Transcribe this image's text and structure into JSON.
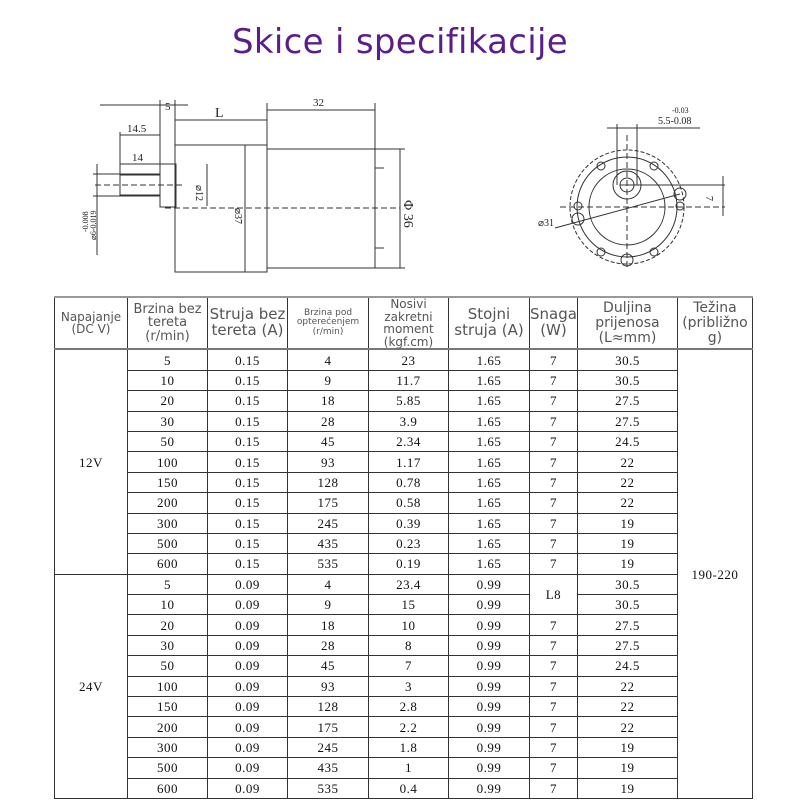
{
  "title": "Skice i specifikacije",
  "colors": {
    "title": "#5a1e8c",
    "grid": "#333333"
  },
  "drawing": {
    "side_view_labels": [
      "5",
      "L",
      "32",
      "14.5",
      "14",
      "⌀12",
      "⌀37",
      "Φ 36",
      "⌀6-0.019",
      "-0.008"
    ],
    "front_view_labels": [
      "5.5-0.08",
      "-0.03",
      "7",
      "⌀31"
    ]
  },
  "table": {
    "headers": [
      "Napajanje (DC V)",
      "Brzina bez tereta (r/min)",
      "Struja bez tereta (A)",
      "Brzina pod opterećenjem (r/min)",
      "Nosivi zakretni moment (kgf.cm)",
      "Stojni struja (A)",
      "Snaga (W)",
      "Duljina prijenosa (L≈mm)",
      "Težina (približno g)"
    ],
    "weight": "190-220",
    "groups": [
      {
        "voltage": "12V",
        "rows": [
          [
            "5",
            "0.15",
            "4",
            "23",
            "1.65",
            "7",
            "30.5"
          ],
          [
            "10",
            "0.15",
            "9",
            "11.7",
            "1.65",
            "7",
            "30.5"
          ],
          [
            "20",
            "0.15",
            "18",
            "5.85",
            "1.65",
            "7",
            "27.5"
          ],
          [
            "30",
            "0.15",
            "28",
            "3.9",
            "1.65",
            "7",
            "27.5"
          ],
          [
            "50",
            "0.15",
            "45",
            "2.34",
            "1.65",
            "7",
            "24.5"
          ],
          [
            "100",
            "0.15",
            "93",
            "1.17",
            "1.65",
            "7",
            "22"
          ],
          [
            "150",
            "0.15",
            "128",
            "0.78",
            "1.65",
            "7",
            "22"
          ],
          [
            "200",
            "0.15",
            "175",
            "0.58",
            "1.65",
            "7",
            "22"
          ],
          [
            "300",
            "0.15",
            "245",
            "0.39",
            "1.65",
            "7",
            "19"
          ],
          [
            "500",
            "0.15",
            "435",
            "0.23",
            "1.65",
            "7",
            "19"
          ],
          [
            "600",
            "0.15",
            "535",
            "0.19",
            "1.65",
            "7",
            "19"
          ]
        ]
      },
      {
        "voltage": "24V",
        "merged_snaga": "L8",
        "rows": [
          [
            "5",
            "0.09",
            "4",
            "23.4",
            "0.99",
            "",
            "30.5"
          ],
          [
            "10",
            "0.09",
            "9",
            "15",
            "0.99",
            "",
            "30.5"
          ],
          [
            "20",
            "0.09",
            "18",
            "10",
            "0.99",
            "7",
            "27.5"
          ],
          [
            "30",
            "0.09",
            "28",
            "8",
            "0.99",
            "7",
            "27.5"
          ],
          [
            "50",
            "0.09",
            "45",
            "7",
            "0.99",
            "7",
            "24.5"
          ],
          [
            "100",
            "0.09",
            "93",
            "3",
            "0.99",
            "7",
            "22"
          ],
          [
            "150",
            "0.09",
            "128",
            "2.8",
            "0.99",
            "7",
            "22"
          ],
          [
            "200",
            "0.09",
            "175",
            "2.2",
            "0.99",
            "7",
            "22"
          ],
          [
            "300",
            "0.09",
            "245",
            "1.8",
            "0.99",
            "7",
            "19"
          ],
          [
            "500",
            "0.09",
            "435",
            "1",
            "0.99",
            "7",
            "19"
          ],
          [
            "600",
            "0.09",
            "535",
            "0.4",
            "0.99",
            "7",
            "19"
          ]
        ]
      }
    ]
  }
}
